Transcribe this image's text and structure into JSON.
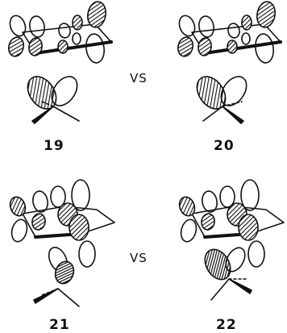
{
  "labels": {
    "s19": "19",
    "s20": "20",
    "s21": "21",
    "s22": "22"
  },
  "vs": {
    "top": "VS",
    "bottom": "VS"
  },
  "colors": {
    "ink": "#111111",
    "paper": "#ffffff"
  }
}
